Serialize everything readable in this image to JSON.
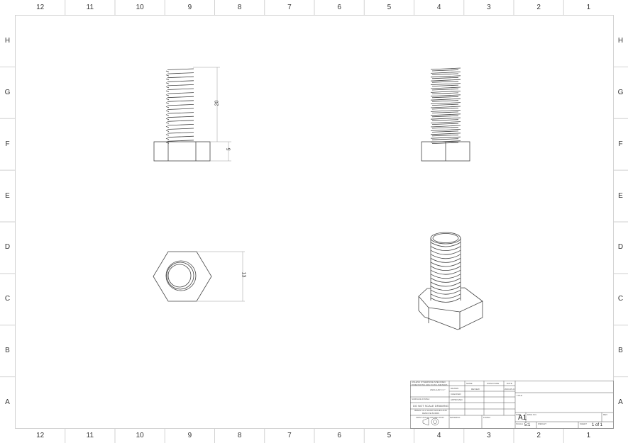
{
  "sheet": {
    "columns": [
      "12",
      "11",
      "10",
      "9",
      "8",
      "7",
      "6",
      "5",
      "4",
      "3",
      "2",
      "1"
    ],
    "rows": [
      "H",
      "G",
      "F",
      "E",
      "D",
      "C",
      "B",
      "A"
    ],
    "frame_color": "#d0d0d0",
    "line_color": "#333333"
  },
  "views": {
    "front": {
      "thread_length_dim": "20",
      "head_height_dim": "5"
    },
    "side": {},
    "top": {
      "across_flats_dim": "13"
    },
    "isometric": {}
  },
  "title_block": {
    "general_notes": "UNLESS OTHERWISE SPECIFIED: DIMENSIONS ARE IN MILLIMETERS",
    "angular_tol": "ANGULAR: ± 1°",
    "surface_finish": "SURFACE FINISH:",
    "do_not_scale": "DO NOT SCALE DRAWING",
    "break_edges": "BREAK ALL SHARP EDGES AND REMOVE BURRS",
    "projection": "FIRST ANGLE PROJECTION",
    "headers": {
      "name": "NAME",
      "signature": "SIGNATURE",
      "date": "DATE"
    },
    "drawn_label": "DRAWN",
    "drawn_name": "REVIEW",
    "drawn_date": "2023-05-17",
    "checked_label": "CHECKED",
    "approved_label": "APPROVED",
    "material_label": "MATERIAL",
    "finish_label": "FINISH",
    "title_label": "TITLE",
    "size_label": "SIZE",
    "size_value": "A1",
    "dwg_no_label": "DWG NO.",
    "rev_label": "REV",
    "scale_label": "SCALE",
    "scale_value": "5:1",
    "weight_label": "WEIGHT",
    "sheet_label": "SHEET",
    "sheet_value": "1 of 1"
  }
}
